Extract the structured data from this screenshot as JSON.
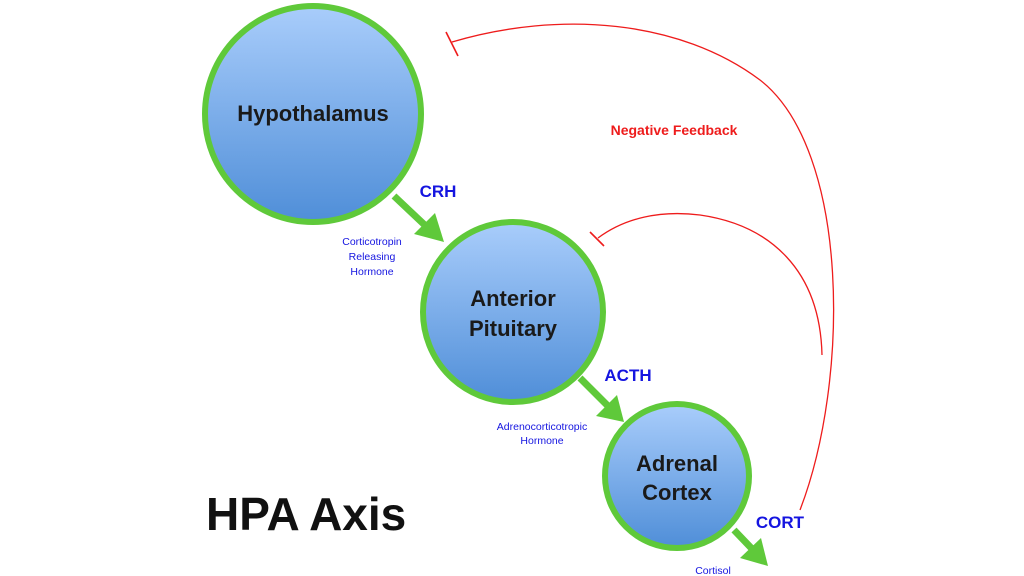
{
  "title": "HPA Axis",
  "feedback_label": "Negative Feedback",
  "nodes": {
    "hypothalamus": [
      "Hypothalamus"
    ],
    "pituitary": [
      "Anterior",
      "Pituitary"
    ],
    "adrenal": [
      "Adrenal",
      "Cortex"
    ]
  },
  "hormones": {
    "crh": {
      "abbr": "CRH",
      "full": [
        "Corticotropin",
        "Releasing",
        "Hormone"
      ]
    },
    "acth": {
      "abbr": "ACTH",
      "full": [
        "Adrenocorticotropic",
        "Hormone"
      ]
    },
    "cort": {
      "abbr": "CORT",
      "full": [
        "Cortisol"
      ]
    }
  },
  "colors": {
    "node_fill_top": "#a9cdfb",
    "node_fill_bottom": "#4f8ed8",
    "node_stroke": "#5fc93a",
    "arrow": "#5fc93a",
    "hormone_text": "#1515e0",
    "feedback": "#ee1c1c"
  }
}
